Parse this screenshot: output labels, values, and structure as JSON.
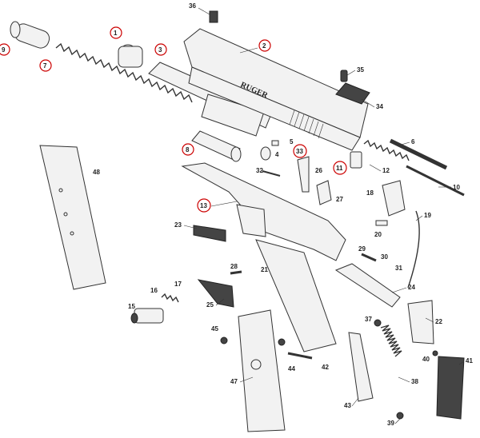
{
  "diagram": {
    "brand_stamp": "RUGER",
    "callouts": [
      "36",
      "1",
      "2",
      "3",
      "9",
      "7",
      "35",
      "34",
      "8",
      "33",
      "5",
      "4",
      "6",
      "32",
      "26",
      "11",
      "12",
      "10",
      "48",
      "13",
      "18",
      "27",
      "19",
      "23",
      "20",
      "29",
      "30",
      "31",
      "28",
      "21",
      "24",
      "17",
      "16",
      "15",
      "25",
      "37",
      "22",
      "45",
      "44",
      "42",
      "38",
      "40",
      "41",
      "47",
      "43",
      "39"
    ],
    "highlighted": [
      "9",
      "7",
      "1",
      "3",
      "2",
      "8",
      "33",
      "11",
      "13"
    ]
  }
}
